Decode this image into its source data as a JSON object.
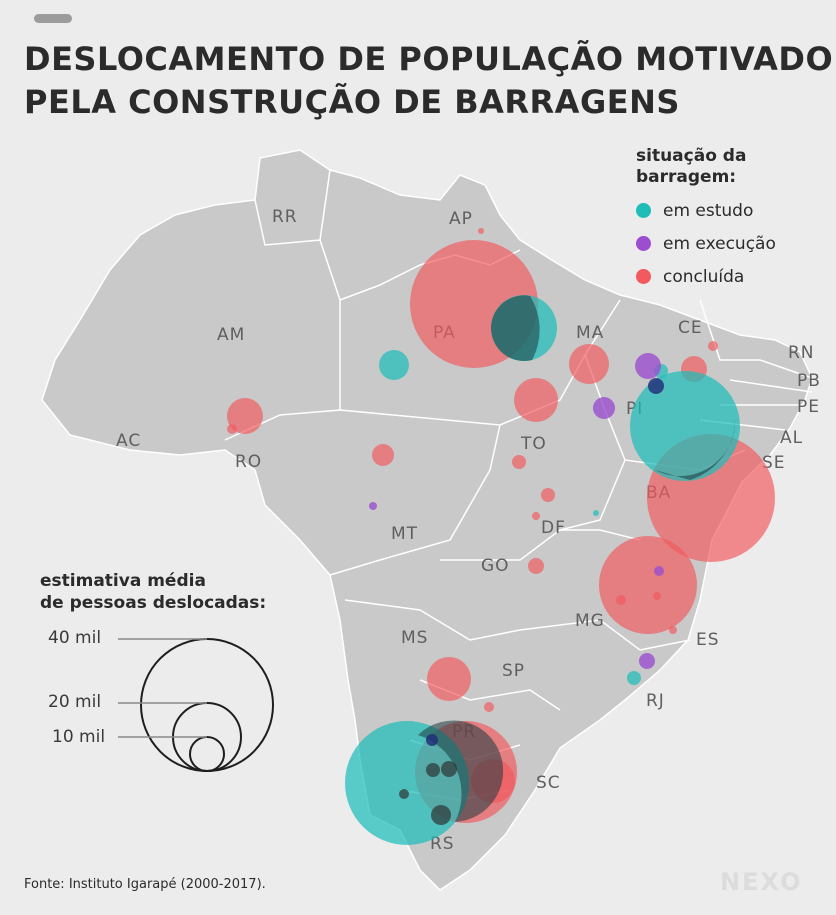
{
  "title_line1": "DESLOCAMENTO DE POPULAÇÃO MOTIVADO",
  "title_line2": "PELA CONSTRUÇÃO DE BARRAGENS",
  "legend": {
    "title_line1": "situação da",
    "title_line2": "barragem:",
    "items": [
      {
        "label": "em estudo",
        "color": "#1fbcb8"
      },
      {
        "label": "em execução",
        "color": "#9b4fd0"
      },
      {
        "label": "concluída",
        "color": "#f25a5f"
      }
    ]
  },
  "size_legend": {
    "title_line1": "estimativa média",
    "title_line2": "de pessoas deslocadas:",
    "labels": [
      "40 mil",
      "20 mil",
      "10 mil"
    ]
  },
  "states": {
    "RR": "RR",
    "AP": "AP",
    "AM": "AM",
    "PA": "PA",
    "MA": "MA",
    "CE": "CE",
    "RN": "RN",
    "PB": "PB",
    "PE": "PE",
    "AL": "AL",
    "SE": "SE",
    "PI": "PI",
    "AC": "AC",
    "RO": "RO",
    "TO": "TO",
    "BA": "BA",
    "MT": "MT",
    "DF": "DF",
    "GO": "GO",
    "MG": "MG",
    "ES": "ES",
    "MS": "MS",
    "SP": "SP",
    "RJ": "RJ",
    "PR": "PR",
    "SC": "SC",
    "RS": "RS"
  },
  "source": "Fonte: Instituto Igarapé (2000-2017).",
  "brand": "NEXO"
}
